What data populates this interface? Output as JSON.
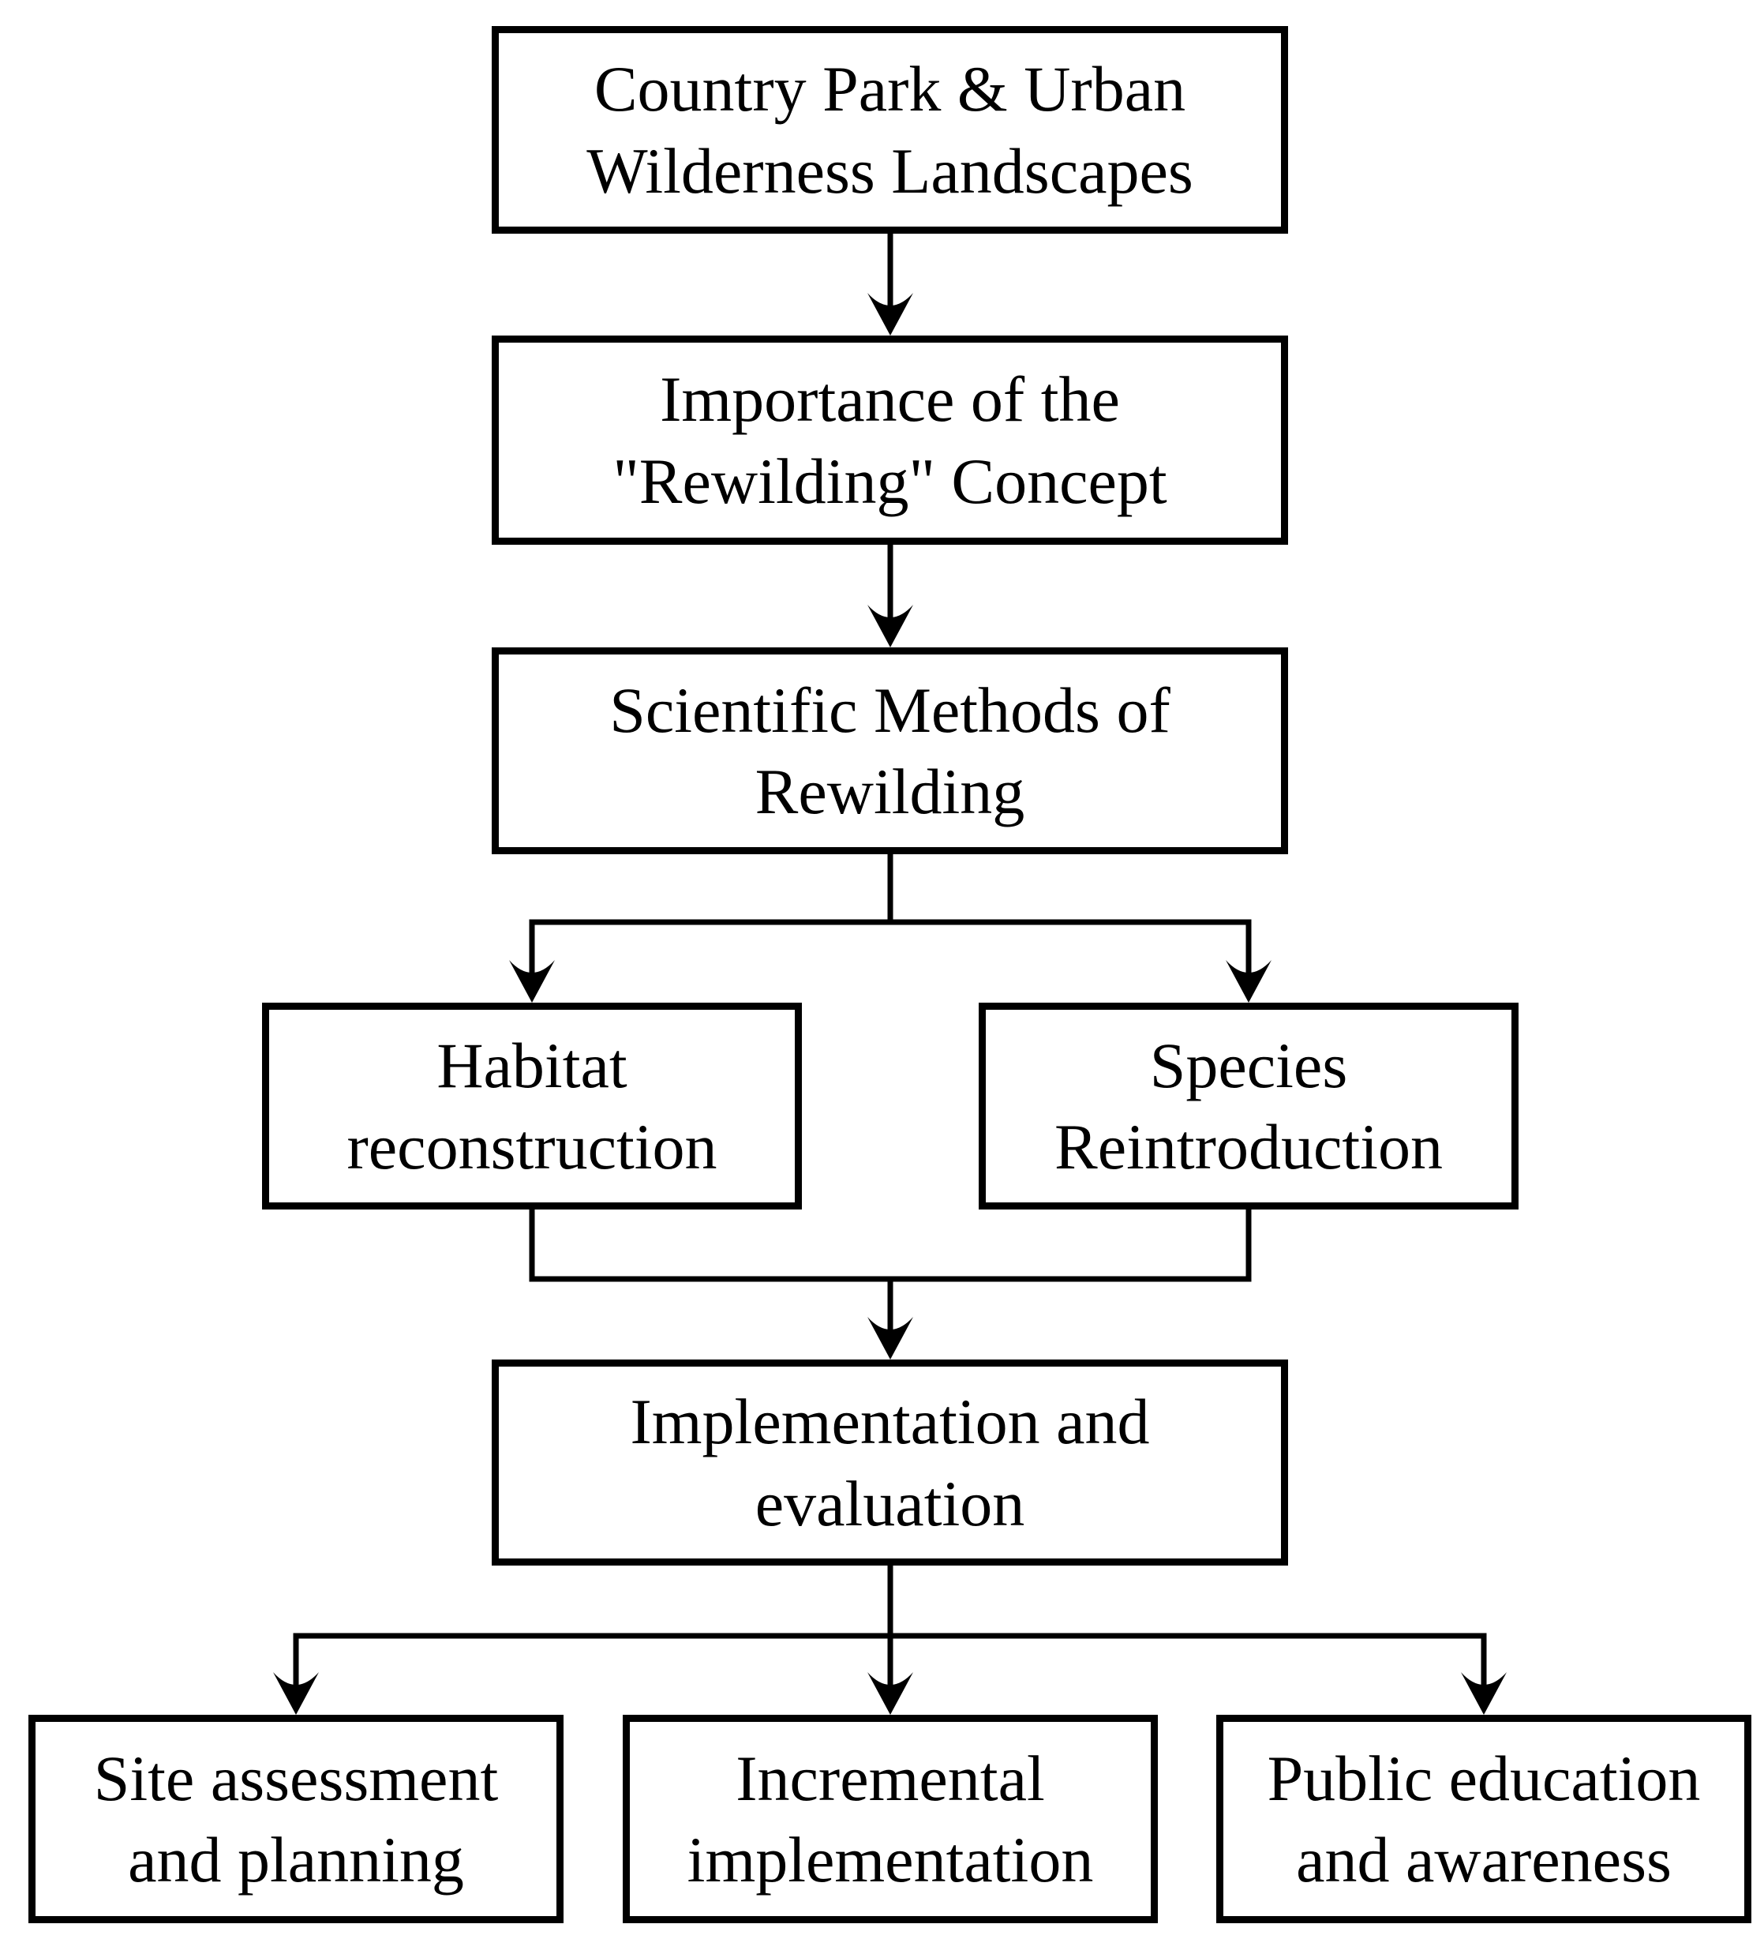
{
  "colors": {
    "ink": "#000000",
    "background": "#ffffff"
  },
  "diagram": {
    "nodes": [
      {
        "id": "country-park",
        "line1": "Country Park & Urban",
        "line2": "Wilderness Landscapes"
      },
      {
        "id": "rewilding-importance",
        "line1": "Importance of the",
        "line2": "\"Rewilding\" Concept"
      },
      {
        "id": "scientific-methods",
        "line1": "Scientific Methods of",
        "line2": "Rewilding"
      },
      {
        "id": "habitat-reconstruction",
        "line1": "Habitat",
        "line2": "reconstruction"
      },
      {
        "id": "species-reintroduction",
        "line1": "Species",
        "line2": "Reintroduction"
      },
      {
        "id": "implementation-evaluation",
        "line1": "Implementation and",
        "line2": "evaluation"
      },
      {
        "id": "site-assessment",
        "line1": "Site assessment",
        "line2": "and planning"
      },
      {
        "id": "incremental-implementation",
        "line1": "Incremental",
        "line2": "implementation"
      },
      {
        "id": "public-education",
        "line1": "Public education",
        "line2": "and awareness"
      }
    ],
    "edges": [
      {
        "from": "country-park",
        "to": "rewilding-importance"
      },
      {
        "from": "rewilding-importance",
        "to": "scientific-methods"
      },
      {
        "from": "scientific-methods",
        "to": "habitat-reconstruction"
      },
      {
        "from": "scientific-methods",
        "to": "species-reintroduction"
      },
      {
        "from": "habitat-reconstruction",
        "to": "implementation-evaluation"
      },
      {
        "from": "species-reintroduction",
        "to": "implementation-evaluation"
      },
      {
        "from": "implementation-evaluation",
        "to": "site-assessment"
      },
      {
        "from": "implementation-evaluation",
        "to": "incremental-implementation"
      },
      {
        "from": "implementation-evaluation",
        "to": "public-education"
      }
    ]
  }
}
